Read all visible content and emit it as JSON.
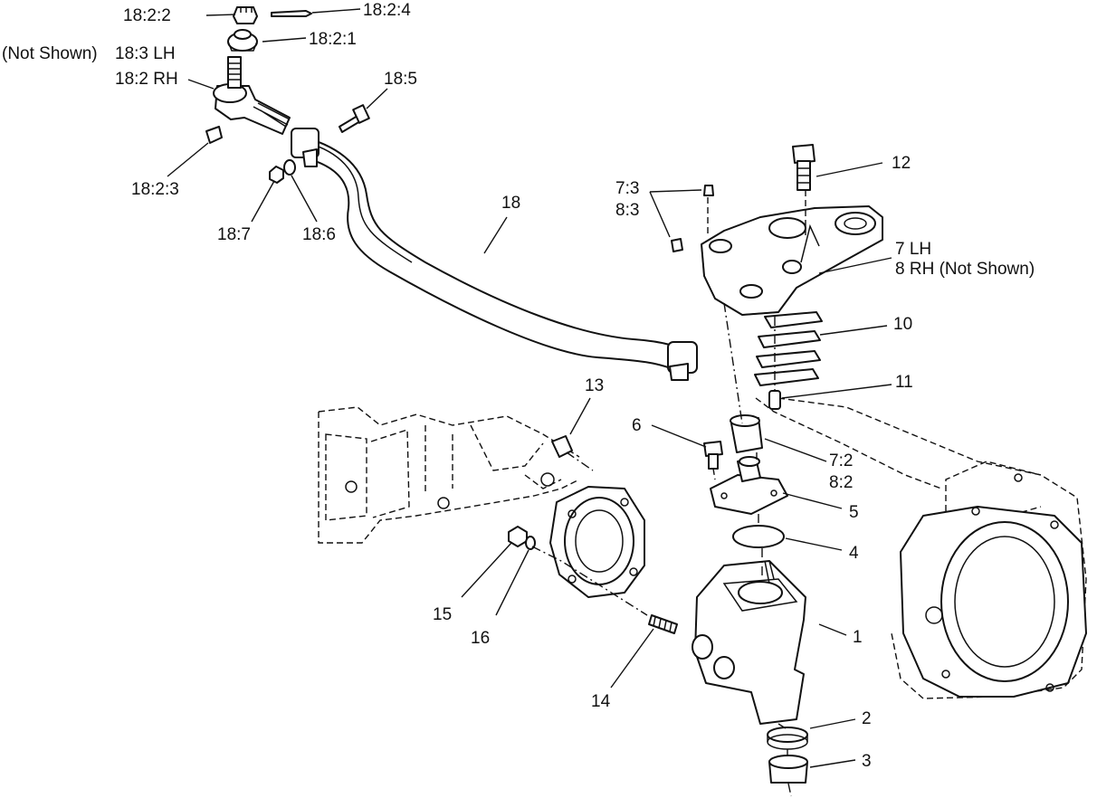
{
  "labels": {
    "l_18_2_2": "18:2:2",
    "l_18_2_4": "18:2:4",
    "l_18_2_1": "18:2:1",
    "l_not_shown": "(Not Shown)",
    "l_18_3": "18:3 LH",
    "l_18_2": "18:2 RH",
    "l_18_5": "18:5",
    "l_18_2_3": "18:2:3",
    "l_18_7": "18:7",
    "l_18_6": "18:6",
    "l_18": "18",
    "l_7_3": "7:3",
    "l_8_3": "8:3",
    "l_12": "12",
    "l_7lh": "7 LH",
    "l_8rh": "8 RH (Not Shown)",
    "l_10": "10",
    "l_11": "11",
    "l_13": "13",
    "l_6": "6",
    "l_7_2": "7:2",
    "l_8_2": "8:2",
    "l_5": "5",
    "l_4": "4",
    "l_15": "15",
    "l_16": "16",
    "l_1": "1",
    "l_14": "14",
    "l_2": "2",
    "l_3": "3"
  }
}
